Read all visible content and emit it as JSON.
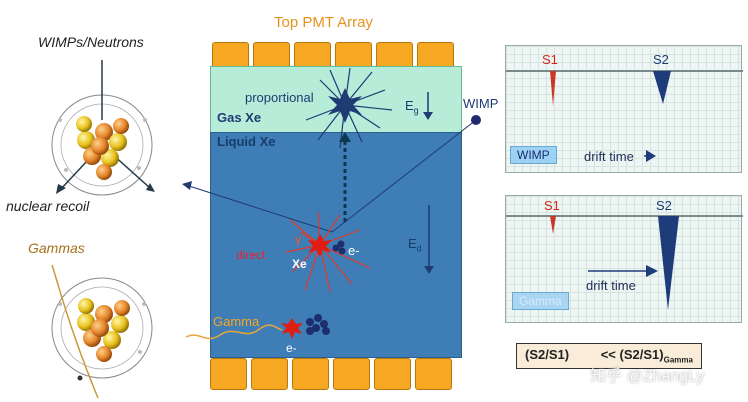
{
  "labels": {
    "top_pmt": "Top PMT Array",
    "wimps_neutrons": "WIMPs/Neutrons",
    "nuclear_recoil": "nuclear recoil",
    "gammas": "Gammas",
    "proportional": "proportional",
    "gas_xe": "Gas Xe",
    "liquid_xe": "Liquid Xe",
    "eg": "E",
    "eg_sub": "g",
    "ed": "E",
    "ed_sub": "d",
    "wimp": "WIMP",
    "gamma_in": "Gamma",
    "electron_bottom": "e-",
    "gamma_symbol": "γ",
    "direct": "direct",
    "xe": "Xe",
    "electron_mid": "e-"
  },
  "panel_wimp": {
    "s1": "S1",
    "s2": "S2",
    "tag": "WIMP",
    "drift": "drift time"
  },
  "panel_gamma": {
    "s1": "S1",
    "s2": "S2",
    "tag": "Gamma",
    "drift": "drift time"
  },
  "ratio": {
    "left": "(S2/S1)",
    "op": "<<",
    "right": "(S2/S1)",
    "right_sub": "Gamma"
  },
  "watermark": "知乎 @ZhangLy",
  "colors": {
    "pmt": "#f7a823",
    "gas": "#b7ecd8",
    "liquid": "#3f7db7",
    "title_orange": "#e8921e",
    "navy": "#1f3b73",
    "red": "#d8301b"
  }
}
